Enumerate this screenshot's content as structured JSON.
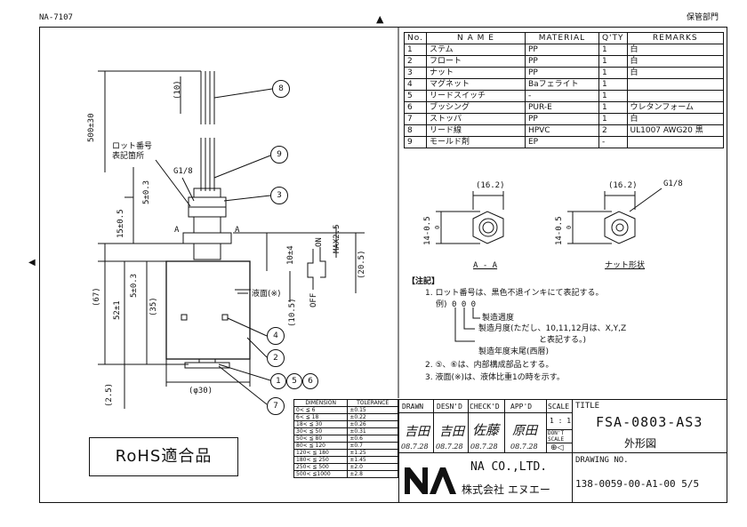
{
  "header": {
    "doc_code": "NA-7107",
    "storage_note": "保管部門"
  },
  "parts_table": {
    "headers": [
      "No.",
      "N A M E",
      "MATERIAL",
      "Q'TY",
      "REMARKS"
    ],
    "rows": [
      [
        "1",
        "ステム",
        "PP",
        "1",
        "白"
      ],
      [
        "2",
        "フロート",
        "PP",
        "1",
        "白"
      ],
      [
        "3",
        "ナット",
        "PP",
        "1",
        "白"
      ],
      [
        "4",
        "マグネット",
        "Baフェライト",
        "1",
        ""
      ],
      [
        "5",
        "リードスイッチ",
        "-",
        "1",
        ""
      ],
      [
        "6",
        "ブッシング",
        "PUR-E",
        "1",
        "ウレタンフォーム"
      ],
      [
        "7",
        "ストッパ",
        "PP",
        "1",
        "白"
      ],
      [
        "8",
        "リード線",
        "HPVC",
        "2",
        "UL1007 AWG20 黒"
      ],
      [
        "9",
        "モールド剤",
        "EP",
        "-",
        ""
      ]
    ]
  },
  "views": {
    "section_dim": "(16.2)",
    "section_height": "14-0.5",
    "section_height_upper": "0",
    "section_label": "A - A",
    "nut_dim": "(16.2)",
    "nut_thread": "G1/8",
    "nut_height": "14-0.5",
    "nut_height_upper": "0",
    "nut_label": "ナット形状"
  },
  "drawing_dims": {
    "d_500": "500±30",
    "d_10": "(10)",
    "lot_label_1": "ロット番号",
    "lot_label_2": "表記箇所",
    "thread": "G1/8",
    "d_5a": "5±0.3",
    "d_15": "15±0.5",
    "a_left": "A",
    "a_right": "A",
    "d_67": "(67)",
    "d_5b": "5±0.3",
    "d_35": "(35)",
    "d_52": "52±1",
    "d_25": "(2.5)",
    "d_phi30": "(φ30)",
    "d_10_4": "10±4",
    "d_max25": "MAX2.5",
    "d_205": "(20.5)",
    "d_105": "(10.5)",
    "on": "ON",
    "off": "OFF",
    "liquid": "液面(※)",
    "balloons": [
      "8",
      "9",
      "3",
      "4",
      "2",
      "1",
      "5",
      "6",
      "7"
    ]
  },
  "notes": {
    "heading": "【注記】",
    "n1": "1.  ロット番号は、黒色不退インキにて表記する。",
    "example": "例)",
    "code": "0 0 0",
    "l1": "製造週度",
    "l2": "製造月度(ただし、10,11,12月は、X,Y,Z",
    "l2b": "と表記する。)",
    "l3": "製造年度末尾(西暦)",
    "n2": "2.  ⑤、⑥は、内部構成部品とする。",
    "n3": "3.  液面(※)は、液体比重1の時を示す。"
  },
  "tolerance": {
    "headers": [
      "DIMENSION",
      "TOLERANCE"
    ],
    "rows": [
      [
        "0< ≦ 6",
        "±0.15"
      ],
      [
        "6< ≦ 18",
        "±0.22"
      ],
      [
        "18< ≦ 30",
        "±0.26"
      ],
      [
        "30< ≦ 50",
        "±0.31"
      ],
      [
        "50< ≦ 80",
        "±0.6"
      ],
      [
        "80< ≦ 120",
        "±0.7"
      ],
      [
        "120< ≦ 180",
        "±1.25"
      ],
      [
        "180< ≦ 250",
        "±1.45"
      ],
      [
        "250< ≦ 500",
        "±2.0"
      ],
      [
        "500< ≦1000",
        "±2.8"
      ]
    ]
  },
  "title_block": {
    "drawn": "DRAWN",
    "desnd": "DESN'D",
    "checkd": "CHECK'D",
    "appd": "APP'D",
    "scale": "SCALE",
    "scale_val": "1 : 1",
    "dont_scale": "DON'T SCALE",
    "sig_drawn": "吉田",
    "sig_desnd": "吉田",
    "sig_check": "佐藤",
    "sig_app": "原田",
    "date1": "08.7.28",
    "date2": "08.7.28",
    "date3": "08.7.28",
    "date4": "08.7.28",
    "title_label": "TITLE",
    "title": "FSA-0803-AS3",
    "subtitle": "外形図",
    "company_en": "NA CO.,LTD.",
    "company_jp": "株式会社 エヌエー",
    "drawing_no_label": "DRAWING NO.",
    "drawing_no": "138-0059-00-A1-00 5/5"
  },
  "rohs": "RoHS適合品"
}
